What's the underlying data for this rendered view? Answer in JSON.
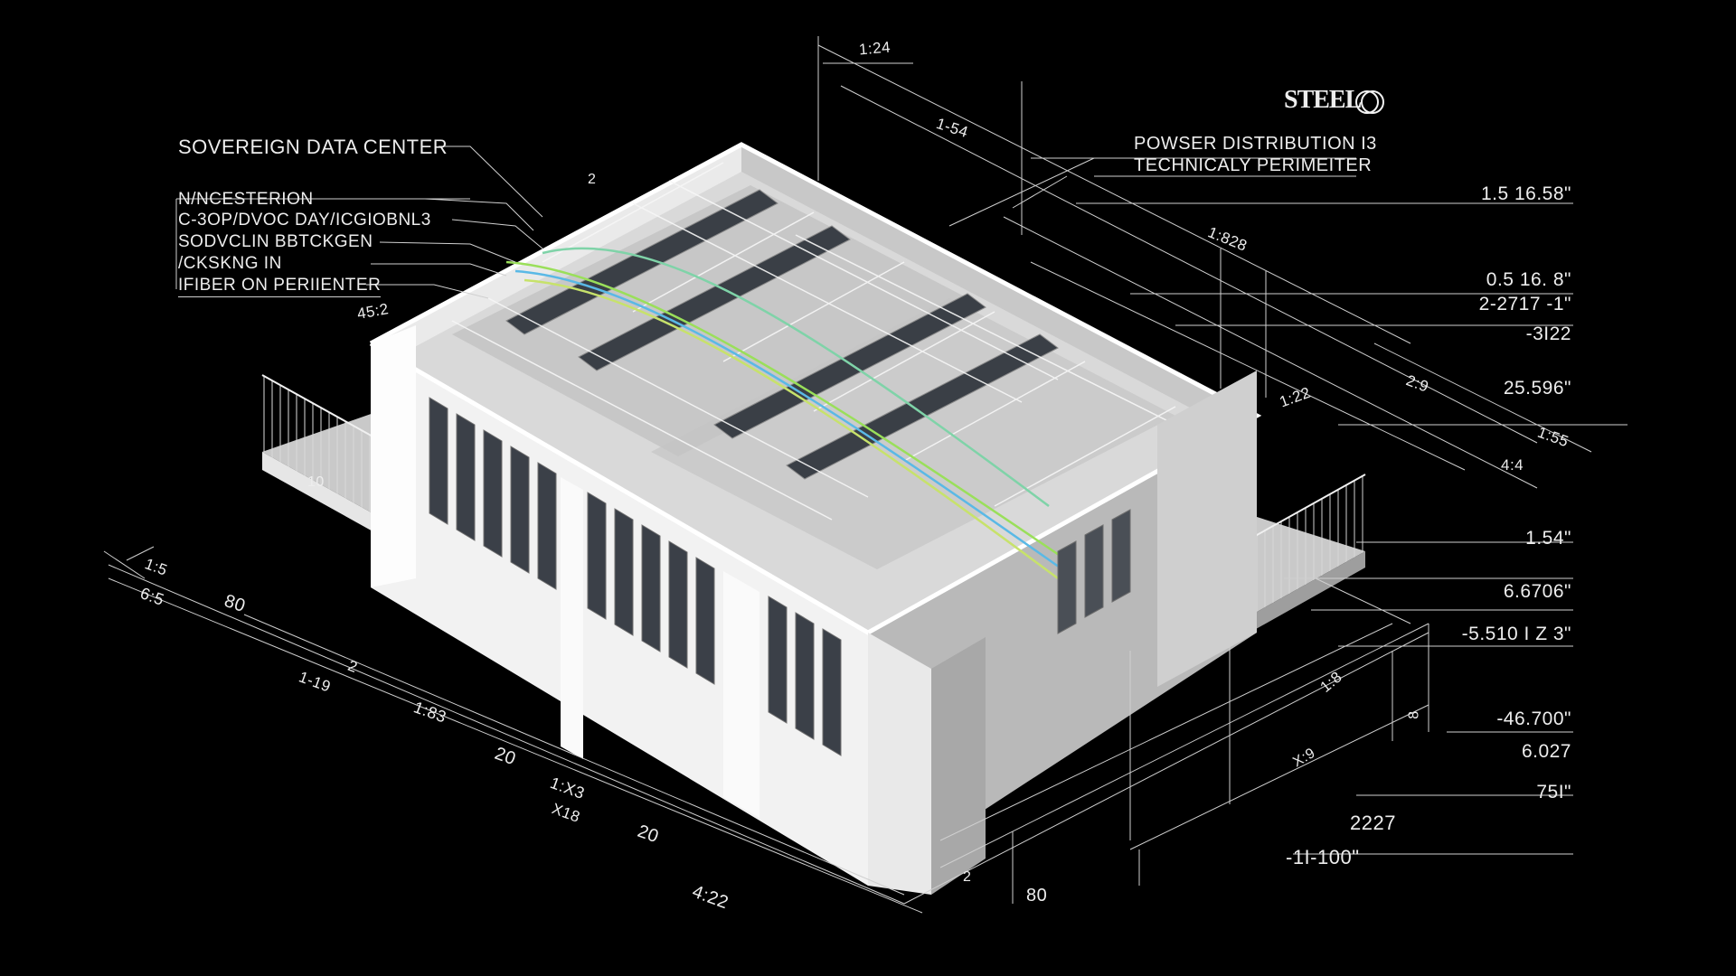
{
  "brand": {
    "text": "STEEL"
  },
  "left_callouts": {
    "title": "SOVEREIGN DATA CENTER",
    "lines": [
      "N/NCESTERION",
      "C-3OP/DVOC DAY/ICGIOBNL3",
      "SODVCLIN BBTCKGEN",
      "/CKSKNG IN",
      "IFIBER ON PERIIENTER"
    ]
  },
  "top_callouts": {
    "line1": "POWSER DISTRIBUTION I3",
    "line2": "TECHNICALY PERIMEITER"
  },
  "right_dimensions": [
    "1.5 16.58\"",
    "0.5 16. 8\"",
    "2-2717 -1\"",
    "-3I22",
    "25.596\"",
    "1.54\"",
    "6.6706\"",
    "-5.510 I Z 3\"",
    "-46.700\"",
    "6.027",
    "75I\"",
    "2227",
    "-1I-100\""
  ],
  "scattered_dims": [
    "1:24",
    "1-54",
    "2",
    "1:828",
    "45:2",
    "10",
    "1:5",
    "6:5",
    "80",
    "1-19",
    "2",
    "1:83",
    "20",
    "1:X3",
    "X18",
    "20",
    "4:22",
    "80",
    "2",
    "1:55",
    "1:22",
    "4:4",
    "2:9",
    "1:8",
    "X:9",
    "8"
  ]
}
